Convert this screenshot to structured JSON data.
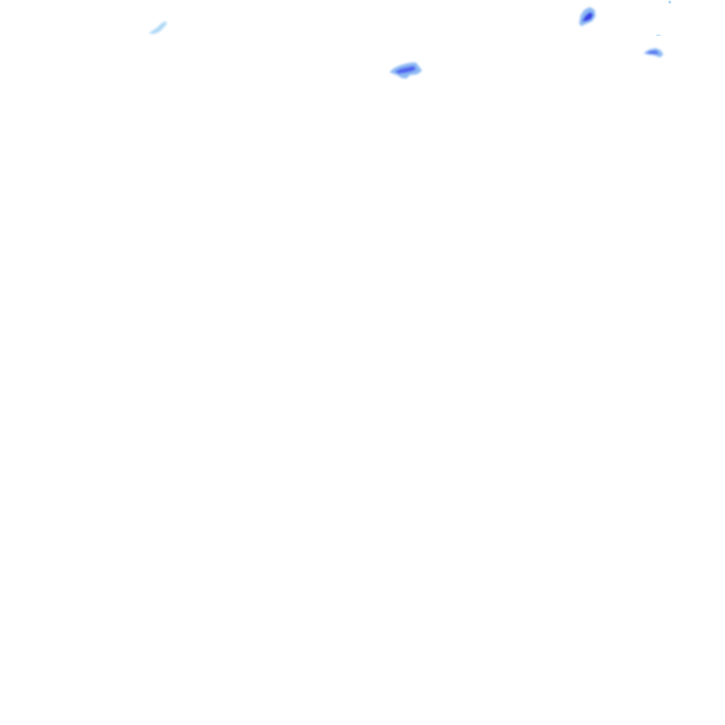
{
  "map": {
    "background": "#ffffff",
    "palette": {
      "light": "#9fd0f5",
      "mid": "#6fa8f0",
      "strong": "#4b5cf0",
      "core": "#3a3fe6"
    },
    "cells": [
      {
        "intensity": "light"
      },
      {
        "intensity": "strong"
      },
      {
        "intensity": "strong"
      },
      {
        "intensity": "mid"
      },
      {
        "intensity": "light"
      },
      {
        "intensity": "light"
      }
    ]
  }
}
